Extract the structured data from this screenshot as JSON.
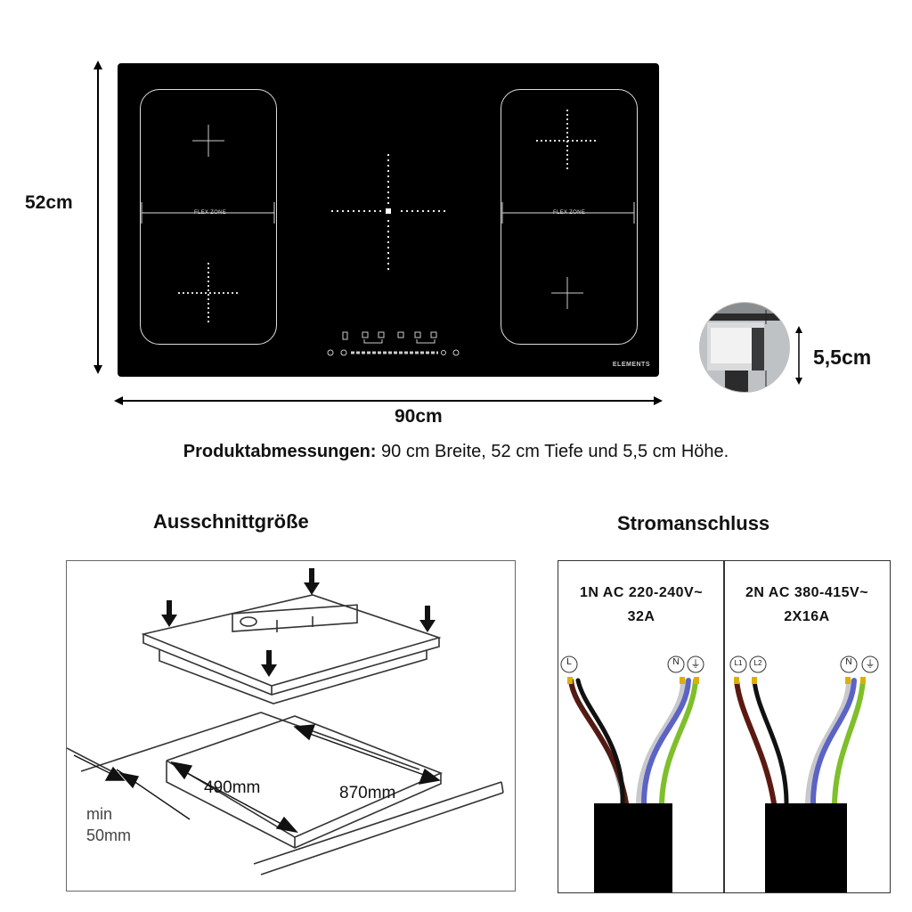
{
  "dimensions": {
    "height_label": "52cm",
    "width_label": "90cm",
    "thickness_label": "5,5cm"
  },
  "hob": {
    "flex_zone_left": "FLEX ZONE",
    "flex_zone_right": "FLEX ZONE",
    "brand": "ELEMENTS"
  },
  "caption": {
    "bold": "Produktabmessungen:",
    "rest": " 90 cm Breite, 52 cm Tiefe und 5,5 cm Höhe."
  },
  "cutout": {
    "title": "Ausschnittgröße",
    "depth_label": "490mm",
    "width_label": "870mm",
    "min_label_1": "min",
    "min_label_2": "50mm"
  },
  "power": {
    "title": "Stromanschluss",
    "left": {
      "line1": "1N AC 220-240V~",
      "line2": "32A",
      "terminals": [
        "L",
        "N",
        "⏚"
      ]
    },
    "right": {
      "line1": "2N AC 380-415V~",
      "line2": "2X16A",
      "terminals": [
        "L1",
        "L2",
        "N",
        "⏚"
      ]
    },
    "colors": {
      "brown": "#5a1a12",
      "black": "#111111",
      "blue": "#5b63c4",
      "green": "#7fbf2a",
      "tip": "#d9b100"
    }
  }
}
